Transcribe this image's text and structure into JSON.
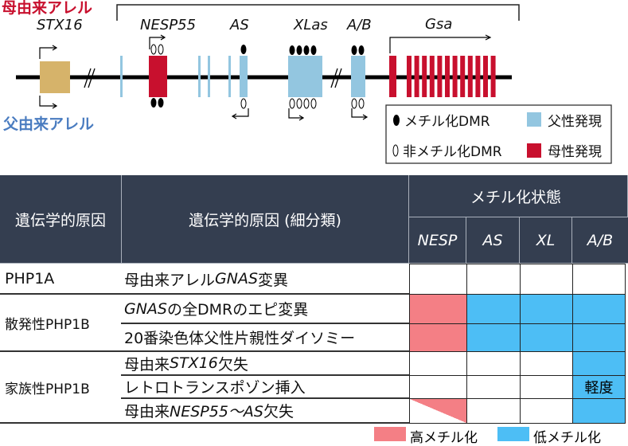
{
  "diagram": {
    "maternal_allele": "母由来アレル",
    "paternal_allele": "父由来アレル",
    "genes": [
      "STX16",
      "NESP55",
      "AS",
      "XLas",
      "A/B",
      "Gsa"
    ],
    "legend": {
      "methylated": "メチル化DMR",
      "unmethylated": "非メチル化DMR",
      "paternal_expr": "父性発現",
      "maternal_expr": "母性発現"
    },
    "colors": {
      "maternal": "#c8102e",
      "paternal": "#4a7cc0",
      "paternal_expr": "#93c6e0",
      "maternal_expr": "#c8102e",
      "stx16": "#d6b36a"
    }
  },
  "table": {
    "header": {
      "cause": "遺伝学的原因",
      "subcause": "遺伝学的原因 (細分類)",
      "methylation": "メチル化状態",
      "cols": [
        "NESP",
        "AS",
        "XL",
        "A/B"
      ]
    },
    "groups": [
      "PHP1A",
      "散発性PHP1B",
      "家族性PHP1B"
    ],
    "rows": [
      {
        "label_pre": "母由来アレル",
        "label_it": "GNAS",
        "label_post": "変異",
        "cells": [
          "",
          "",
          "",
          ""
        ]
      },
      {
        "label_pre": "",
        "label_it": "GNAS",
        "label_post": "の全DMRのエピ変異",
        "cells": [
          "high",
          "low",
          "low",
          "low"
        ]
      },
      {
        "label_pre": "20番染色体父性片親性ダイソミー",
        "label_it": "",
        "label_post": "",
        "cells": [
          "high",
          "low",
          "low",
          "low"
        ]
      },
      {
        "label_pre": "母由来",
        "label_it": "STX16",
        "label_post": "欠失",
        "cells": [
          "",
          "",
          "",
          "low"
        ]
      },
      {
        "label_pre": "レトロトランスポゾン挿入",
        "label_it": "",
        "label_post": "",
        "cells": [
          "",
          "",
          "",
          "low"
        ]
      },
      {
        "label_pre": "母由来",
        "label_it": "NESP55～AS",
        "label_post": "欠失",
        "cells": [
          "partial-high",
          "",
          "",
          "low"
        ]
      }
    ],
    "mild_label": "軽度",
    "colors": {
      "high": "#f47f85",
      "low": "#4dbef5",
      "header": "#343e50"
    }
  },
  "legend": {
    "high": "高メチル化",
    "low": "低メチル化"
  }
}
